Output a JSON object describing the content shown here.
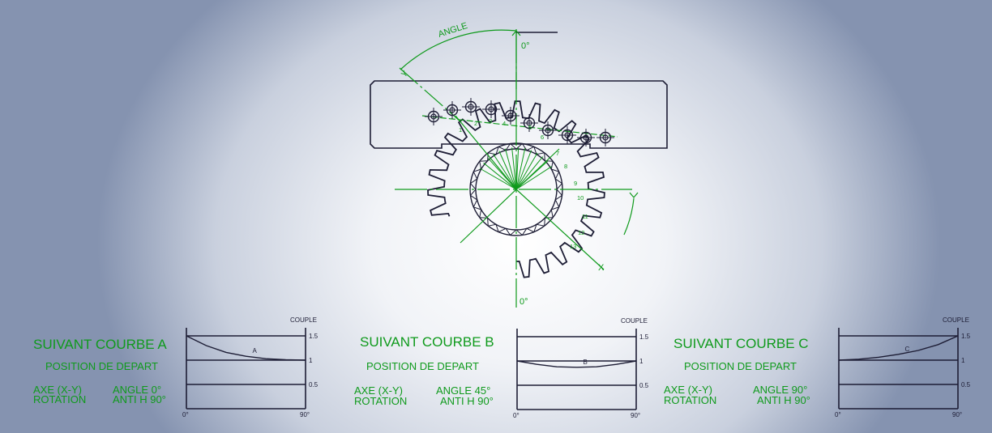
{
  "diagram": {
    "angle_label": "ANGLE",
    "zero_top": "0°",
    "zero_bottom": "0°",
    "axis_x": "X",
    "axis_y": "Y",
    "tooth_numbers": [
      "1",
      "2",
      "3",
      "4",
      "5",
      "6",
      "7",
      "8",
      "9",
      "10",
      "11",
      "12",
      "13"
    ],
    "colors": {
      "line": "#0f9a1c",
      "outline": "#1d1d35"
    }
  },
  "panels": [
    {
      "title": "SUIVANT COURBE A",
      "subtitle": "POSITION DE DEPART",
      "axis_label": "AXE (X-Y)",
      "angle_label": "ANGLE 0°",
      "rotation_label": "ROTATION",
      "direction_label": "ANTI H 90°"
    },
    {
      "title": "SUIVANT COURBE B",
      "subtitle": "POSITION DE DEPART",
      "axis_label": "AXE (X-Y)",
      "angle_label": "ANGLE 45°",
      "rotation_label": "ROTATION",
      "direction_label": "ANTI H 90°"
    },
    {
      "title": "SUIVANT COURBE C",
      "subtitle": "POSITION DE DEPART",
      "axis_label": "AXE (X-Y)",
      "angle_label": "ANGLE 90°",
      "rotation_label": "ROTATION",
      "direction_label": "ANTI H 90°"
    }
  ],
  "chart_data": [
    {
      "type": "line",
      "title": "",
      "ylabel": "COUPLE",
      "y_ticks": [
        "1.5",
        "1",
        "0.5"
      ],
      "x_ticks": [
        "0°",
        "90°"
      ],
      "ylim": [
        0,
        1.5
      ],
      "series": [
        {
          "name": "A",
          "x": [
            0,
            15,
            30,
            45,
            60,
            75,
            90
          ],
          "values": [
            1.5,
            1.3,
            1.16,
            1.08,
            1.03,
            1.01,
            1.0
          ]
        }
      ]
    },
    {
      "type": "line",
      "title": "",
      "ylabel": "COUPLE",
      "y_ticks": [
        "1.5",
        "1",
        "0.5"
      ],
      "x_ticks": [
        "0°",
        "90°"
      ],
      "ylim": [
        0,
        1.5
      ],
      "series": [
        {
          "name": "B",
          "x": [
            0,
            15,
            30,
            45,
            60,
            75,
            90
          ],
          "values": [
            1.0,
            0.93,
            0.88,
            0.87,
            0.88,
            0.93,
            1.0
          ]
        }
      ]
    },
    {
      "type": "line",
      "title": "",
      "ylabel": "COUPLE",
      "y_ticks": [
        "1.5",
        "1",
        "0.5"
      ],
      "x_ticks": [
        "0°",
        "90°"
      ],
      "ylim": [
        0,
        1.5
      ],
      "series": [
        {
          "name": "C",
          "x": [
            0,
            15,
            30,
            45,
            60,
            75,
            90
          ],
          "values": [
            1.0,
            1.02,
            1.06,
            1.12,
            1.2,
            1.32,
            1.5
          ]
        }
      ]
    }
  ]
}
